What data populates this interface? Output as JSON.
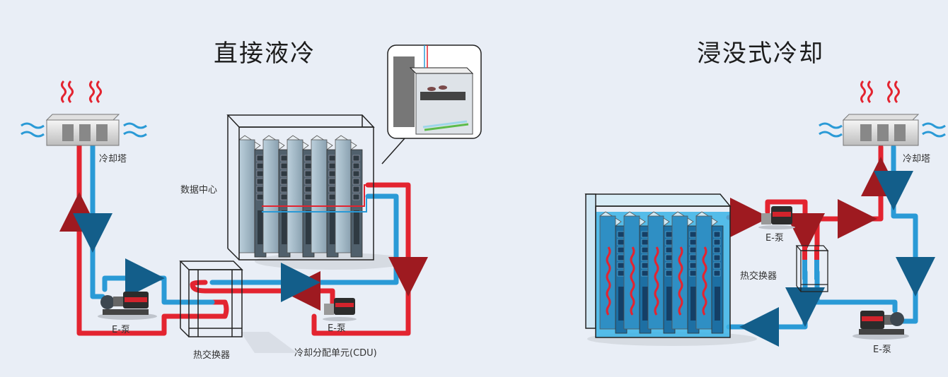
{
  "left_panel": {
    "title": "直接液冷",
    "labels": {
      "cooling_tower": "冷却塔",
      "data_center": "数据中心",
      "pump_main": "E-泵",
      "heat_exchanger": "热交换器",
      "pump_cdu": "E-泵",
      "cdu": "冷却分配单元(CDU)"
    }
  },
  "right_panel": {
    "title": "浸没式冷却",
    "labels": {
      "cooling_tower": "冷却塔",
      "pump_top": "E-泵",
      "heat_exchanger": "热交换器",
      "pump_bottom": "E-泵"
    }
  },
  "colors": {
    "hot": "#e32430",
    "cold": "#2a9ad6",
    "background": "#e9eef6",
    "coolant": "#39b3e6"
  }
}
